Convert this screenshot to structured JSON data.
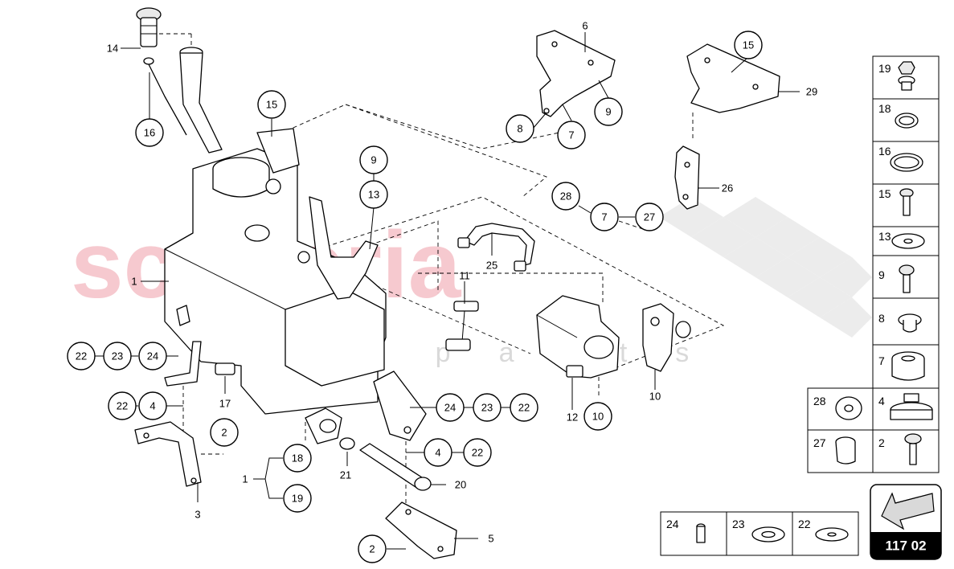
{
  "watermark": {
    "brand": "scuderia",
    "sub": "car parts"
  },
  "page_code": "117 02",
  "callouts": {
    "c14": "14",
    "c16": "16",
    "c15a": "15",
    "c1": "1",
    "c22a": "22",
    "c23a": "23",
    "c24a": "24",
    "c17": "17",
    "c22b": "22",
    "c4a": "4",
    "c2a": "2",
    "c3": "3",
    "c18": "18",
    "c1b": "1",
    "c19": "19",
    "c21": "21",
    "c20": "20",
    "c4b": "4",
    "c22c": "22",
    "c24b": "24",
    "c23b": "23",
    "c22d": "22",
    "c2b": "2",
    "c5": "5",
    "c9a": "9",
    "c13": "13",
    "c11": "11",
    "c25": "25",
    "c6": "6",
    "c8": "8",
    "c7a": "7",
    "c9b": "9",
    "c15b": "15",
    "c29": "29",
    "c26": "26",
    "c28": "28",
    "c7b": "7",
    "c27": "27",
    "c12": "12",
    "c10a": "10",
    "c10b": "10"
  },
  "legend_right": [
    "19",
    "18",
    "16",
    "15",
    "13",
    "9",
    "8",
    "7",
    "4",
    "2"
  ],
  "legend_left": [
    "28",
    "27"
  ],
  "legend_bottom": [
    "24",
    "23",
    "22"
  ]
}
